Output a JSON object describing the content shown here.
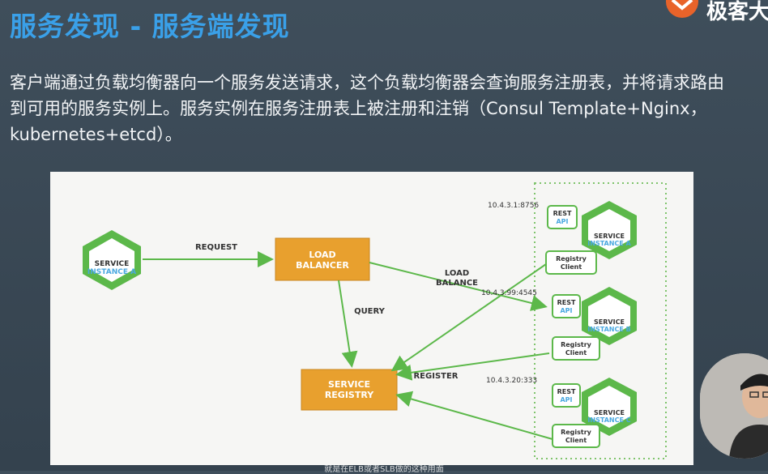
{
  "title": "服务发现 - 服务端发现",
  "brand": {
    "text": "极客大",
    "icon": "geek-logo-icon"
  },
  "body_text": "客户端通过负载均衡器向一个服务发送请求，这个负载均衡器会查询服务注册表，并将请求路由到可用的服务实例上。服务实例在服务注册表上被注册和注销（Consul Template+Nginx，kubernetes+etcd）。",
  "diagram": {
    "client": {
      "line1": "SERVICE",
      "line2": "INSTANCE A"
    },
    "request_label": "REQUEST",
    "load_balancer": {
      "line1": "LOAD",
      "line2": "BALANCER"
    },
    "query_label": "QUERY",
    "registry": {
      "line1": "SERVICE",
      "line2": "REGISTRY"
    },
    "lb_edge_label": {
      "line1": "LOAD",
      "line2": "BALANCE"
    },
    "register_label": "REGISTER",
    "instances": [
      {
        "ip": "10.4.3.1:8756",
        "rest1": "REST",
        "rest2": "API",
        "client1": "Registry",
        "client2": "Client",
        "svc1": "SERVICE",
        "svc2": "INSTANCE A"
      },
      {
        "ip": "10.4.3.99:4545",
        "rest1": "REST",
        "rest2": "API",
        "client1": "Registry",
        "client2": "Client",
        "svc1": "SERVICE",
        "svc2": "INSTANCE B"
      },
      {
        "ip": "10.4.3.20:333",
        "rest1": "REST",
        "rest2": "API",
        "client1": "Registry",
        "client2": "Client",
        "svc1": "SERVICE",
        "svc2": "INSTANCE C"
      }
    ],
    "colors": {
      "green": "#5cb84a",
      "orange": "#e8a02e",
      "text_blue": "#4aa8e0"
    }
  },
  "subtitle": "就是在ELB或者SLB做的这种用面",
  "presenter": "presenter-webcam"
}
